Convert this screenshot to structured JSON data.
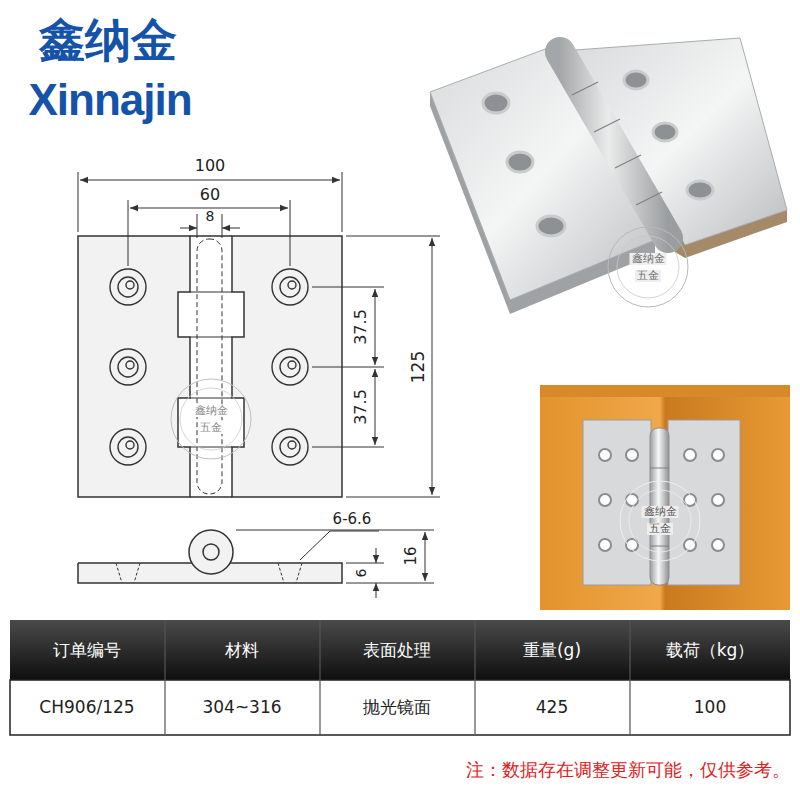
{
  "diagram": {
    "labels": [
      "鑫纳金",
      "Xinnajin",
      "100",
      "60",
      "8",
      "37.5",
      "37.5",
      "125",
      "6-6.6",
      "6",
      "16",
      "鑫纳金",
      "五金",
      "鑫纳金",
      "五金",
      "鑫纳金",
      "五金",
      "订单编号",
      "材料",
      "表面处理",
      "重量(g)",
      "载荷（kg）",
      "CH906/125",
      "304~316",
      "抛光镜面",
      "425",
      "100",
      "注：数据存在调整更新可能，仅供参考。"
    ]
  }
}
